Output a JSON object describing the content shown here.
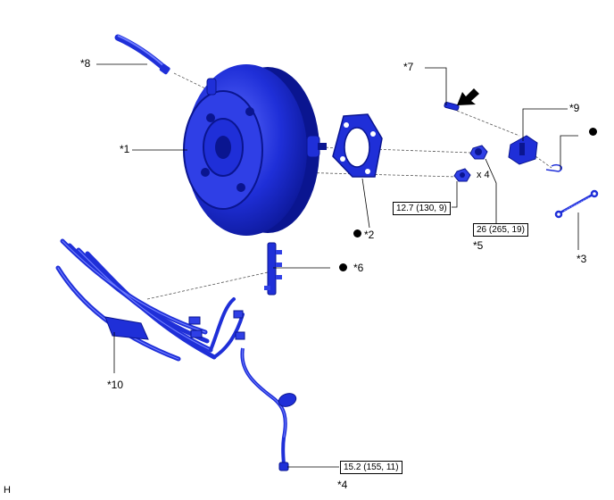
{
  "callouts": {
    "c1": "*1",
    "c2": "*2",
    "c3": "*3",
    "c4": "*4",
    "c5": "*5",
    "c6": "*6",
    "c7": "*7",
    "c8": "*8",
    "c9": "*9",
    "c10": "*10"
  },
  "torques": {
    "t1": "12.7 (130, 9)",
    "t2": "26 (265, 19)",
    "t3": "15.2 (155, 11)"
  },
  "quantity": "x 4",
  "figure_code": "H",
  "colors": {
    "part_blue": "#1f2fd8",
    "part_dark": "#0a1590",
    "part_light": "#5d6cff",
    "line": "#000000",
    "hidden_line": "#555555"
  },
  "icons": [
    "hold-circle-icon",
    "arrow-icon"
  ]
}
